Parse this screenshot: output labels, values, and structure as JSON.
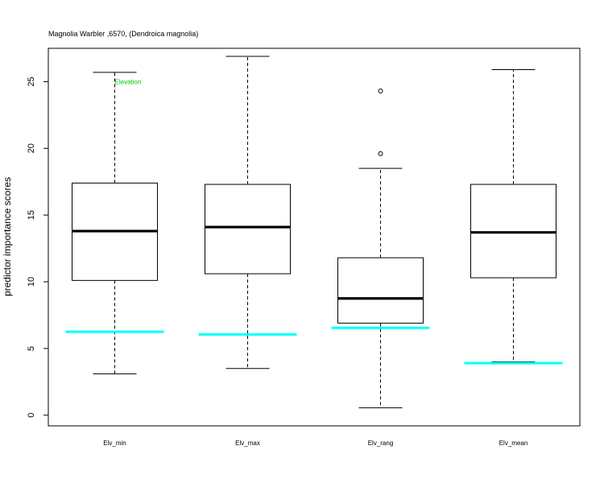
{
  "chart_data": {
    "type": "boxplot",
    "title": "Magnolia Warbler ,6570, (Dendroica magnolia)",
    "xlabel": "",
    "ylabel": "predictor importance scores",
    "ylim": [
      -0.8,
      27.5
    ],
    "yticks": [
      0,
      5,
      10,
      15,
      20,
      25
    ],
    "ytick_labels": [
      "0",
      "5",
      "10",
      "15",
      "20",
      "25"
    ],
    "grid": false,
    "categories": [
      "Elv_min",
      "Elv_max",
      "Elv_rang",
      "Elv_mean"
    ],
    "boxes": [
      {
        "name": "Elv_min",
        "whisker_low": 3.1,
        "q1": 10.1,
        "median": 13.8,
        "q3": 17.4,
        "whisker_high": 25.7,
        "outliers": [],
        "reference": 6.25
      },
      {
        "name": "Elv_max",
        "whisker_low": 3.5,
        "q1": 10.6,
        "median": 14.1,
        "q3": 17.3,
        "whisker_high": 26.9,
        "outliers": [],
        "reference": 6.05
      },
      {
        "name": "Elv_rang",
        "whisker_low": 0.55,
        "q1": 6.9,
        "median": 8.75,
        "q3": 11.8,
        "whisker_high": 18.5,
        "outliers": [
          19.6,
          24.3
        ],
        "reference": 6.55
      },
      {
        "name": "Elv_mean",
        "whisker_low": 4.0,
        "q1": 10.3,
        "median": 13.7,
        "q3": 17.3,
        "whisker_high": 25.9,
        "outliers": [],
        "reference": 3.9
      }
    ],
    "reference_color": "#00ffff",
    "annotation": {
      "text": "Elevation",
      "color": "#00cc00",
      "box": "Elv_min",
      "y": 25.0
    }
  }
}
